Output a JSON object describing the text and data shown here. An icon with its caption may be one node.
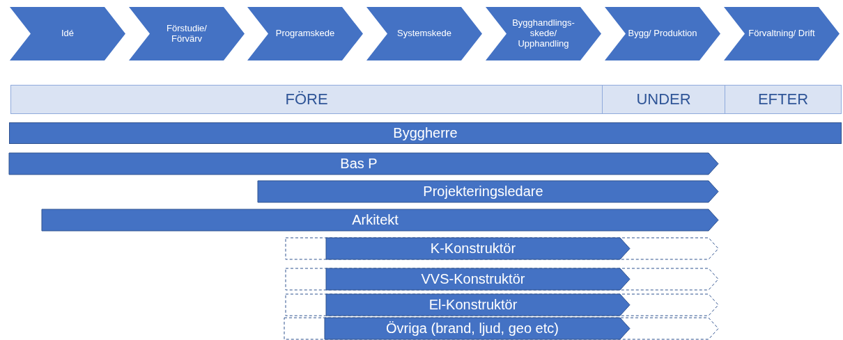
{
  "diagram": {
    "nodes": [
      {
        "text": [
          "Idé"
        ]
      },
      {
        "text": [
          "Förstudie/ Förvärv"
        ]
      },
      {
        "text": [
          "Programskede"
        ]
      },
      {
        "text": [
          "Systemskede"
        ]
      },
      {
        "text": [
          "Bygghandlings-skede/ Upphandling"
        ]
      },
      {
        "text": [
          "Bygg/ Produktion"
        ]
      },
      {
        "text": [
          "Förvaltning/ Drift"
        ]
      },
      {
        "text": [
          "FÖRE"
        ]
      },
      {
        "text": [
          "UNDER"
        ]
      },
      {
        "text": [
          "EFTER"
        ]
      },
      {
        "text": [
          "Byggherre"
        ]
      },
      {
        "text": [
          "Bas P"
        ]
      },
      {
        "text": [
          "Projekteringsledare"
        ]
      },
      {
        "text": [
          "Arkitekt"
        ]
      },
      {
        "text": [],
        "shape": "box"
      },
      {
        "text": [
          "K-Konstruktör"
        ],
        "in": 14
      },
      {
        "text": [],
        "shape": "box"
      },
      {
        "text": [
          "VVS-Konstruktör"
        ],
        "in": 16
      },
      {
        "text": [],
        "shape": "box"
      },
      {
        "text": [
          "El-Konstruktör"
        ],
        "in": 18
      },
      {
        "text": [],
        "shape": "box"
      },
      {
        "text": [
          "Övriga (brand, ljud, geo etc)"
        ],
        "in": 20
      }
    ]
  }
}
